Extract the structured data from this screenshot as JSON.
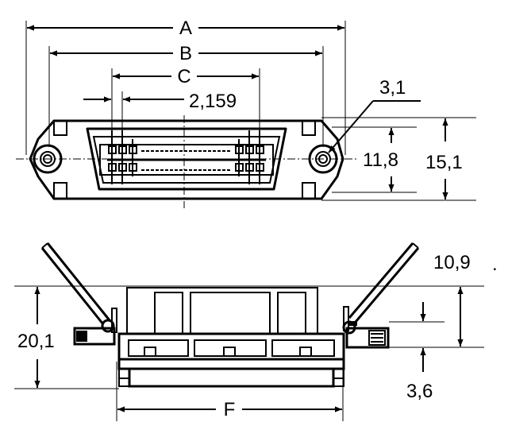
{
  "labels": {
    "dim_a": "A",
    "dim_b": "B",
    "dim_c": "C",
    "dim_pitch": "2,159",
    "dim_hole": "3,1",
    "dim_inner_height": "11,8",
    "dim_outer_height": "15,1",
    "dim_latch_height": "10,9",
    "dim_total_height": "20,1",
    "dim_offset": "3,6",
    "dim_f": "F",
    "dot": "."
  }
}
